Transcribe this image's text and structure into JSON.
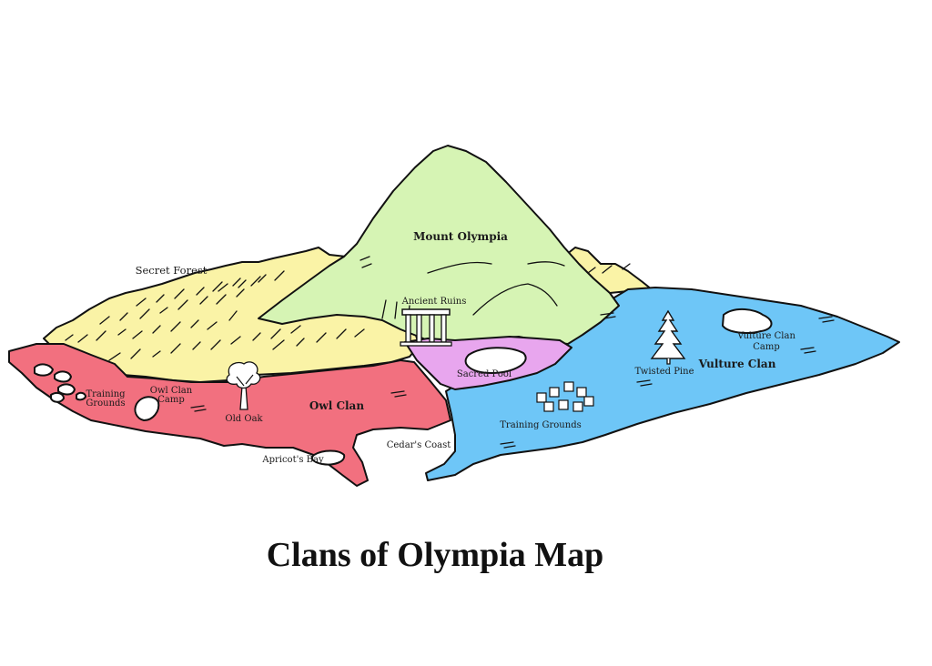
{
  "title": "Clans of Olympia Map",
  "colors": {
    "forest": "#faf3a6",
    "mountain": "#d6f4b4",
    "owl_clan": "#f2707f",
    "vulture_clan": "#6ec6f7",
    "sacred_pool_region": "#e8a6ee",
    "water": "#ffffff",
    "outline": "#111111"
  },
  "regions": {
    "mount_olympia": "Mount Olympia",
    "secret_forest": "Secret Forest",
    "owl_clan": "Owl Clan",
    "vulture_clan": "Vulture Clan"
  },
  "landmarks": {
    "ancient_ruins": "Ancient Ruins",
    "sacred_pool": "Sacred Pool",
    "twisted_pine": "Twisted Pine",
    "old_oak": "Old Oak",
    "apricots_bay": "Apricot's Bay",
    "cedars_coast": "Cedar's Coast",
    "owl_training_1": "Training",
    "owl_training_2": "Grounds",
    "owl_camp_1": "Owl Clan",
    "owl_camp_2": "Camp",
    "vulture_camp_1": "Vulture Clan",
    "vulture_camp_2": "Camp",
    "vulture_training": "Training Grounds"
  },
  "icons": [
    "temple-ruins-icon",
    "oak-tree-icon",
    "pine-tree-icon",
    "tree-stumps-icon"
  ]
}
